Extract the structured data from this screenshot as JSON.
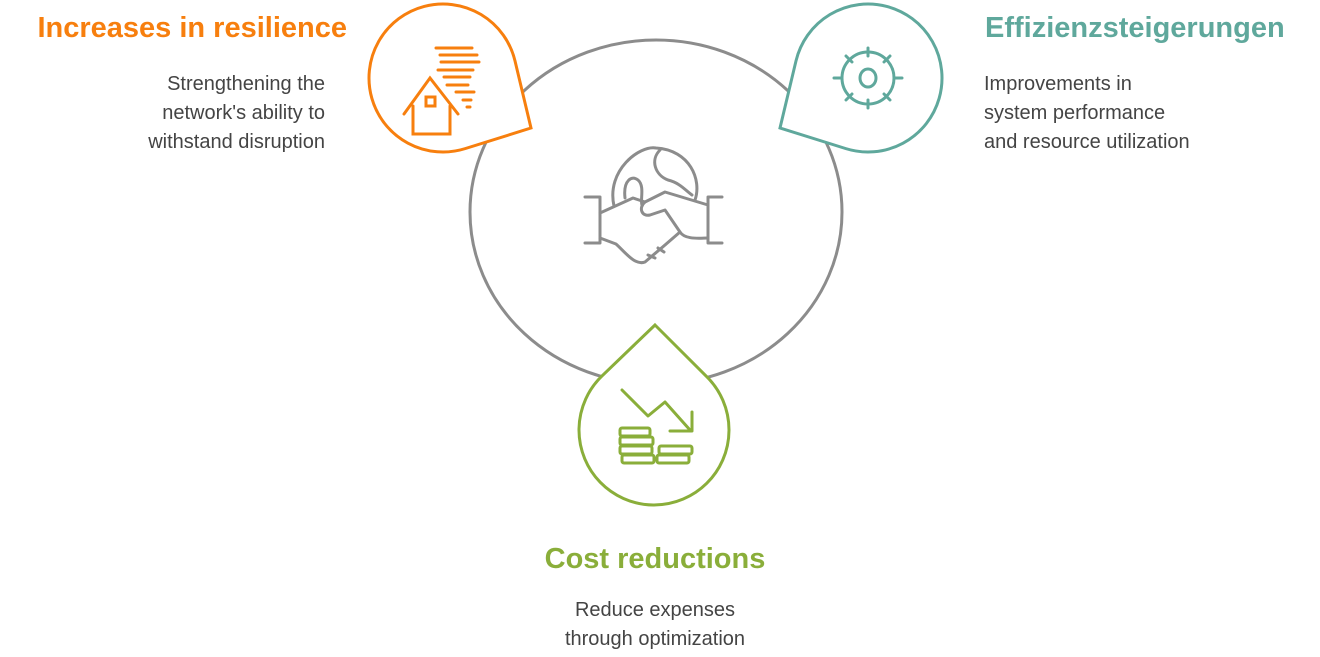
{
  "colors": {
    "resilience": "#F77F0E",
    "efficiency": "#5FA89C",
    "cost": "#8AAE3A",
    "ring": "#8C8C8C"
  },
  "center": {
    "icon": "handshake-globe-icon"
  },
  "items": [
    {
      "title": "Increases in resilience",
      "lines": [
        "Strengthening the",
        "network's ability to",
        "withstand disruption"
      ],
      "icon": "house-storm-icon"
    },
    {
      "title": "Effizienzsteigerungen",
      "lines": [
        "Improvements in",
        "system performance",
        "and resource utilization"
      ],
      "icon": "gear-sun-icon"
    },
    {
      "title": "Cost reductions",
      "lines": [
        "Reduce expenses",
        "through optimization"
      ],
      "icon": "coins-down-arrow-icon"
    }
  ]
}
